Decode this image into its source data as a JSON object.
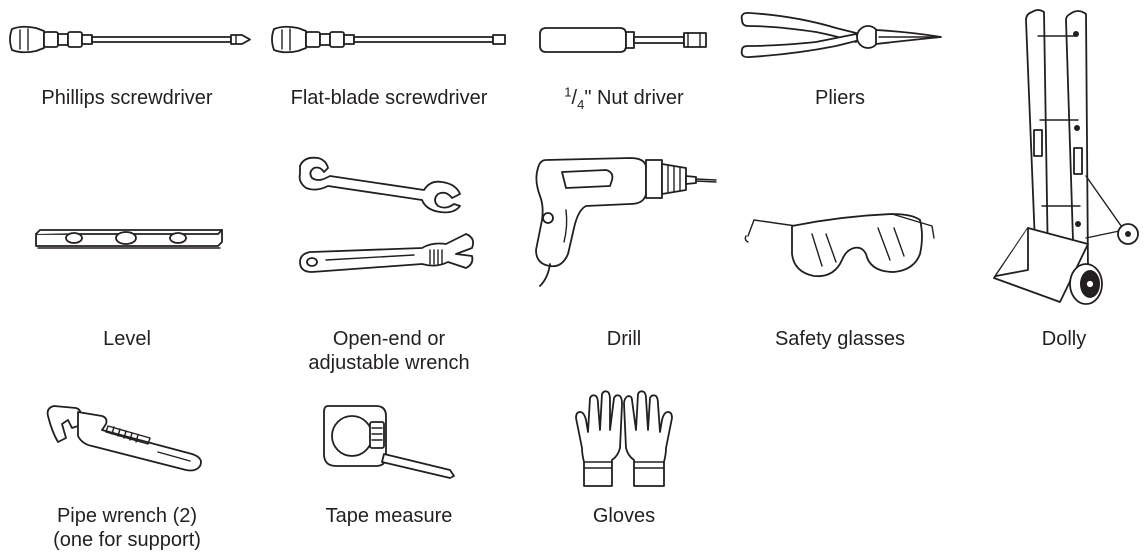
{
  "tools": {
    "phillips": "Phillips screwdriver",
    "flat": "Flat-blade screwdriver",
    "nut_num": "1",
    "nut_den": "4",
    "nut_rest": "\" Nut driver",
    "pliers": "Pliers",
    "level": "Level",
    "wrench_l1": "Open-end or",
    "wrench_l2": "adjustable wrench",
    "drill": "Drill",
    "glasses": "Safety glasses",
    "dolly": "Dolly",
    "pipe_l1": "Pipe wrench (2)",
    "pipe_l2": "(one for support)",
    "tape": "Tape measure",
    "gloves": "Gloves"
  }
}
